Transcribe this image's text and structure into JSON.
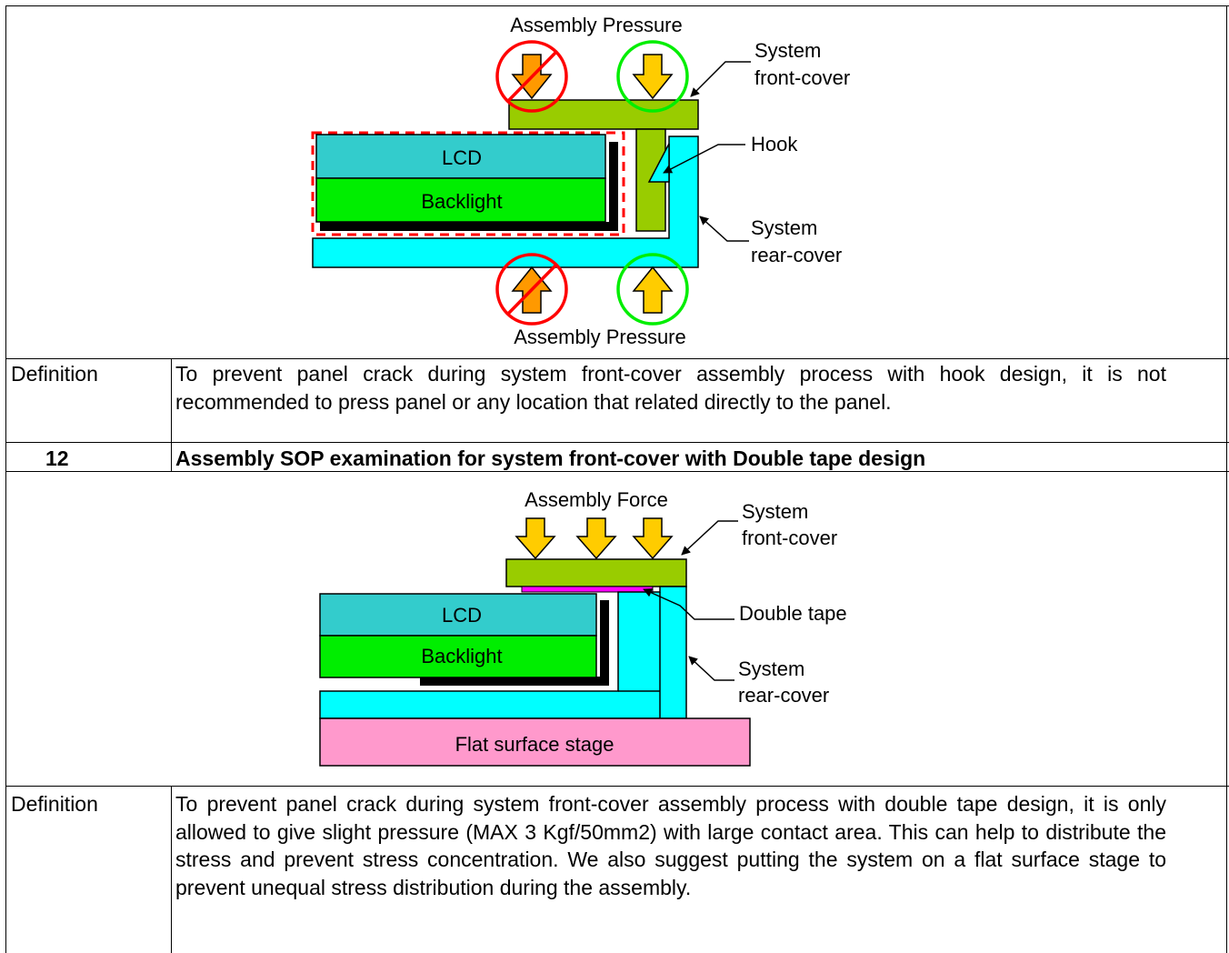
{
  "diagram1": {
    "top_label": "Assembly Pressure",
    "bottom_label": "Assembly Pressure",
    "front_cover_line1": "System",
    "front_cover_line2": "front-cover",
    "hook": "Hook",
    "rear_cover_line1": "System",
    "rear_cover_line2": "rear-cover",
    "lcd": "LCD",
    "backlight": "Backlight"
  },
  "row1": {
    "label": "Definition",
    "text": "To prevent panel crack during system front-cover assembly process with hook design, it is not recommended to press panel or any location that related directly to the panel."
  },
  "section12": {
    "number": "12",
    "title": "Assembly SOP examination for system front-cover with Double tape design"
  },
  "diagram2": {
    "force_label": "Assembly Force",
    "front_cover_line1": "System",
    "front_cover_line2": "front-cover",
    "double_tape": "Double tape",
    "rear_cover_line1": "System",
    "rear_cover_line2": "rear-cover",
    "lcd": "LCD",
    "backlight": "Backlight",
    "stage": "Flat surface stage"
  },
  "row2": {
    "label": "Definition",
    "text": "To prevent panel crack during system front-cover assembly process with double tape design, it is only allowed to give slight pressure (MAX 3 Kgf/50mm2) with large contact area. This can help to distribute the stress and prevent stress concentration. We also suggest putting the system on a flat surface stage to prevent unequal stress distribution during the assembly."
  },
  "colors": {
    "lcd": "#33cccc",
    "backlight": "#00ee00",
    "front_cover": "#99cc00",
    "rear_cover": "#00ffff",
    "double_tape": "#ff00ff",
    "stage": "#ff99cc",
    "arrow_ok": "#ffcc00",
    "arrow_bad": "#ff9900",
    "circle_ok": "#00ee00",
    "circle_bad": "#ff0000"
  }
}
